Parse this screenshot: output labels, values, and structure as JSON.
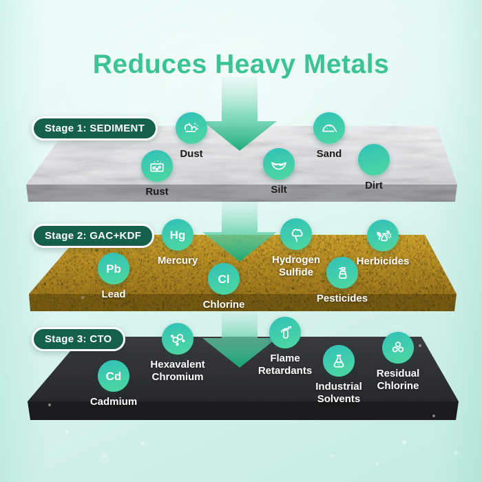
{
  "title": "Reduces Heavy Metals",
  "colors": {
    "title": "#3bc493",
    "accent": "#2fbf96",
    "badge_bg": "#15604a",
    "badge_text": "#ffffff",
    "icon_circle_top": "#31c1b8",
    "icon_circle_bottom": "#4fd8a0",
    "label_dark": "#1c1c1c",
    "label_light": "#ffffff",
    "sediment_layer": "#d9dadd",
    "gac_kdf_layer": "#c79a24",
    "cto_layer": "#2e2f33",
    "background_mint": "#d6f3ed"
  },
  "stages": [
    {
      "badge": "Stage 1: SEDIMENT",
      "layer": "sediment",
      "label_color": "dark",
      "items": [
        {
          "label": "Dust",
          "icon": "dust-icon"
        },
        {
          "label": "Rust",
          "icon": "rust-icon"
        },
        {
          "label": "Silt",
          "icon": "silt-icon"
        },
        {
          "label": "Sand",
          "icon": "sand-icon"
        },
        {
          "label": "Dirt",
          "icon": "dirt-icon"
        }
      ]
    },
    {
      "badge": "Stage 2: GAC+KDF",
      "layer": "gac-kdf",
      "label_color": "light",
      "items": [
        {
          "label": "Mercury",
          "symbol": "Hg",
          "icon": "mercury-icon"
        },
        {
          "label": "Lead",
          "symbol": "Pb",
          "icon": "lead-icon"
        },
        {
          "label": "Chlorine",
          "symbol": "Cl",
          "icon": "chlorine-icon"
        },
        {
          "label": "Hydrogen Sulfide",
          "icon": "hydrogen-sulfide-icon"
        },
        {
          "label": "Herbicides",
          "icon": "herbicides-icon"
        },
        {
          "label": "Pesticides",
          "icon": "pesticides-icon"
        }
      ]
    },
    {
      "badge": "Stage 3: CTO",
      "layer": "cto",
      "label_color": "light",
      "items": [
        {
          "label": "Hexavalent Chromium",
          "icon": "hexavalent-chromium-icon"
        },
        {
          "label": "Cadmium",
          "symbol": "Cd",
          "icon": "cadmium-icon"
        },
        {
          "label": "Flame Retardants",
          "icon": "flame-retardants-icon"
        },
        {
          "label": "Industrial Solvents",
          "icon": "industrial-solvents-icon"
        },
        {
          "label": "Residual Chlorine",
          "icon": "residual-chlorine-icon"
        }
      ]
    }
  ]
}
